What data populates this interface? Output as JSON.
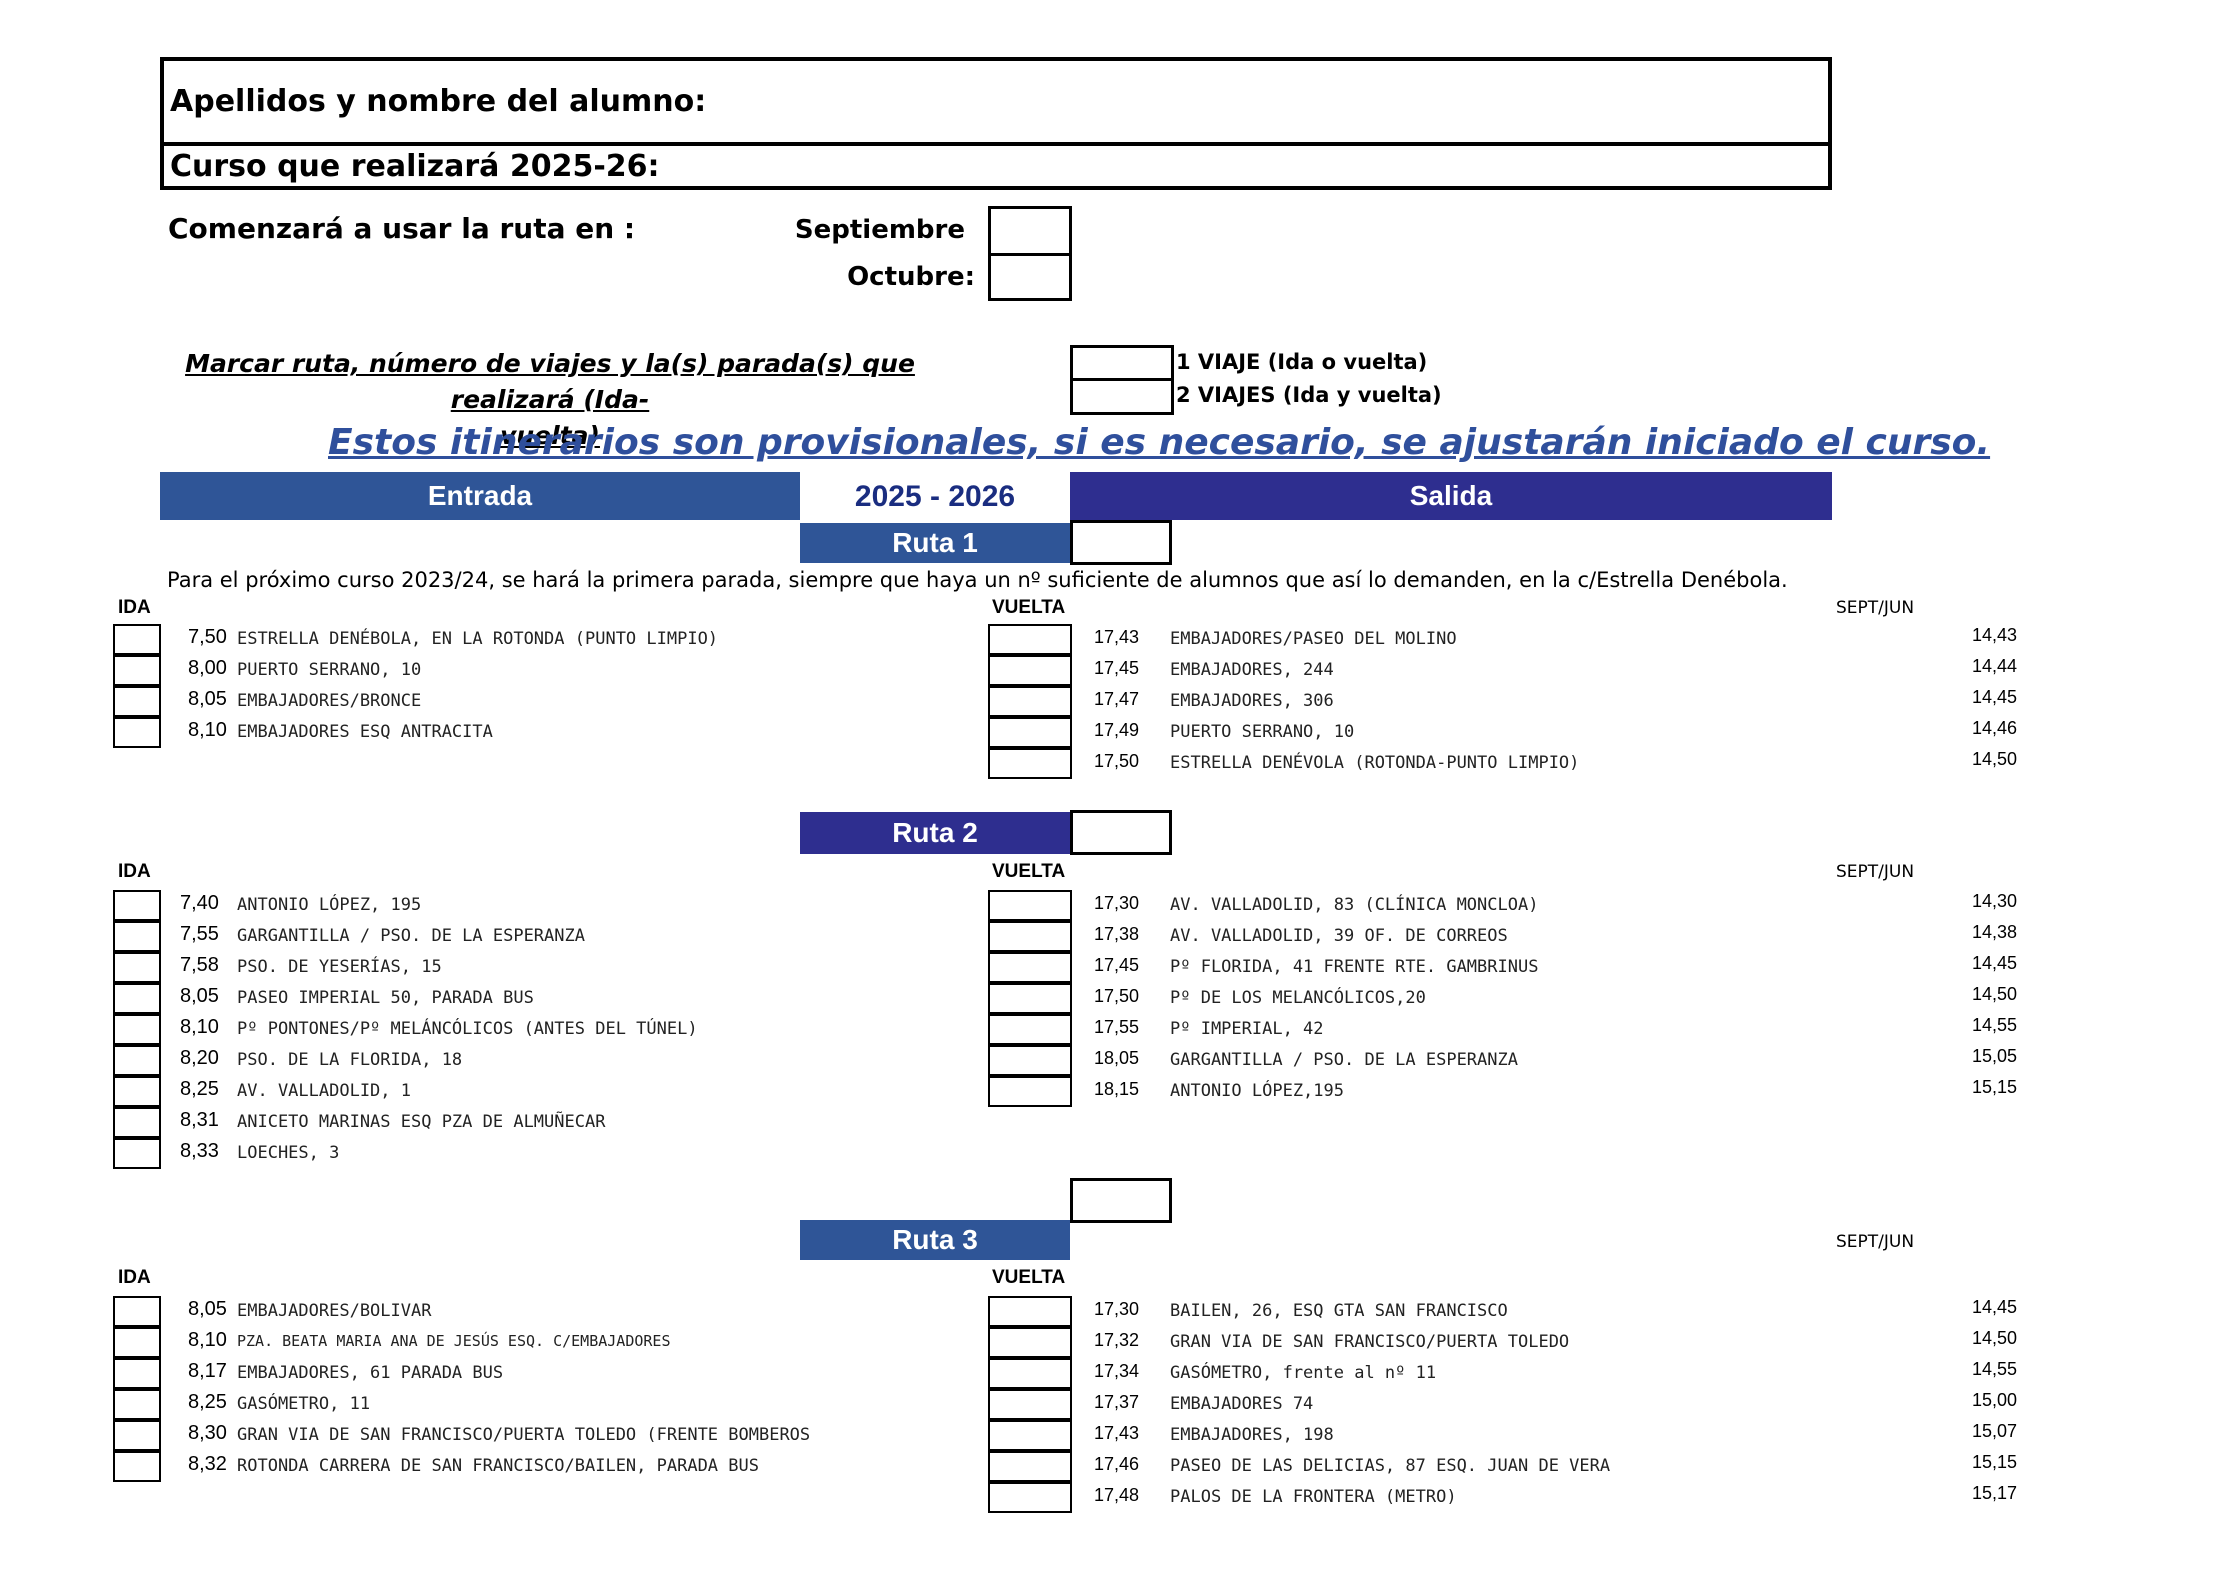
{
  "form": {
    "student_label": "Apellidos y nombre del alumno:",
    "course_label": "Curso que realizará 2025-26:",
    "start_label": "Comenzará a usar la ruta en :",
    "sept_label": "Septiembre",
    "oct_label": "Octubre:",
    "instructions_line1": "Marcar ruta, número de viajes y la(s) parada(s) que realizará (Ida-",
    "instructions_line2": "vuelta)",
    "trips_one": "1 VIAJE (Ida o vuelta)",
    "trips_two": "2 VIAJES (Ida y vuelta)",
    "banner": "Estos itinerarios son provisionales, si es necesario, se ajustarán iniciado el curso."
  },
  "header_bar": {
    "left": "Entrada",
    "center": "2025 - 2026",
    "right": "Salida"
  },
  "labels": {
    "ida": "IDA",
    "vuelta": "VUELTA",
    "sept_jun": "SEPT/JUN"
  },
  "routes": [
    {
      "name": "Ruta 1",
      "note": "Para el próximo curso 2023/24, se hará la primera parada, siempre que haya un nº suficiente de alumnos que así lo demanden, en la c/Estrella Denébola.",
      "ida": [
        {
          "time": "7,50",
          "stop": "ESTRELLA DENÉBOLA, EN LA ROTONDA (PUNTO LIMPIO)"
        },
        {
          "time": "8,00",
          "stop": "PUERTO SERRANO, 10"
        },
        {
          "time": "8,05",
          "stop": "EMBAJADORES/BRONCE"
        },
        {
          "time": "8,10",
          "stop": "EMBAJADORES ESQ ANTRACITA"
        }
      ],
      "vuelta": [
        {
          "time": "17,43",
          "stop": "EMBAJADORES/PASEO DEL MOLINO",
          "sept": "14,43"
        },
        {
          "time": "17,45",
          "stop": "EMBAJADORES, 244",
          "sept": "14,44"
        },
        {
          "time": "17,47",
          "stop": "EMBAJADORES, 306",
          "sept": "14,45"
        },
        {
          "time": "17,49",
          "stop": "PUERTO SERRANO, 10",
          "sept": "14,46"
        },
        {
          "time": "17,50",
          "stop": "ESTRELLA DENÉVOLA (ROTONDA-PUNTO LIMPIO)",
          "sept": "14,50"
        }
      ]
    },
    {
      "name": "Ruta 2",
      "ida": [
        {
          "time": "7,40",
          "stop": "ANTONIO LÓPEZ, 195"
        },
        {
          "time": "7,55",
          "stop": "GARGANTILLA / PSO. DE LA ESPERANZA"
        },
        {
          "time": "7,58",
          "stop": "PSO. DE YESERÍAS, 15"
        },
        {
          "time": "8,05",
          "stop": "PASEO IMPERIAL 50, PARADA BUS"
        },
        {
          "time": "8,10",
          "stop": "Pº PONTONES/Pº MELÁNCÓLICOS (ANTES DEL TÚNEL)"
        },
        {
          "time": "8,20",
          "stop": "PSO. DE LA FLORIDA, 18"
        },
        {
          "time": "8,25",
          "stop": "AV. VALLADOLID, 1"
        },
        {
          "time": "8,31",
          "stop": "ANICETO MARINAS ESQ PZA DE ALMUÑECAR"
        },
        {
          "time": "8,33",
          "stop": "LOECHES, 3"
        }
      ],
      "vuelta": [
        {
          "time": "17,30",
          "stop": "AV. VALLADOLID, 83 (CLÍNICA MONCLOA)",
          "sept": "14,30"
        },
        {
          "time": "17,38",
          "stop": "AV. VALLADOLID, 39 OF. DE CORREOS",
          "sept": "14,38"
        },
        {
          "time": "17,45",
          "stop": "Pº FLORIDA, 41 FRENTE RTE. GAMBRINUS",
          "sept": "14,45"
        },
        {
          "time": "17,50",
          "stop": "Pº DE LOS MELANCÓLICOS,20",
          "sept": "14,50"
        },
        {
          "time": "17,55",
          "stop": "Pº IMPERIAL, 42",
          "sept": "14,55"
        },
        {
          "time": "18,05",
          "stop": "GARGANTILLA / PSO. DE LA ESPERANZA",
          "sept": "15,05"
        },
        {
          "time": "18,15",
          "stop": "ANTONIO LÓPEZ,195",
          "sept": "15,15"
        }
      ]
    },
    {
      "name": "Ruta 3",
      "ida": [
        {
          "time": "8,05",
          "stop": "EMBAJADORES/BOLIVAR"
        },
        {
          "time": "8,10",
          "stop": "PZA. BEATA MARIA ANA DE JESÚS ESQ. C/EMBAJADORES"
        },
        {
          "time": "8,17",
          "stop": "EMBAJADORES, 61 PARADA BUS"
        },
        {
          "time": "8,25",
          "stop": "GASÓMETRO, 11"
        },
        {
          "time": "8,30",
          "stop": "GRAN VIA DE SAN FRANCISCO/PUERTA TOLEDO (FRENTE BOMBEROS"
        },
        {
          "time": "8,32",
          "stop": "ROTONDA CARRERA DE SAN FRANCISCO/BAILEN, PARADA BUS"
        }
      ],
      "vuelta": [
        {
          "time": "17,30",
          "stop": "BAILEN, 26, ESQ GTA SAN FRANCISCO",
          "sept": "14,45"
        },
        {
          "time": "17,32",
          "stop": "GRAN VIA DE SAN FRANCISCO/PUERTA TOLEDO",
          "sept": "14,50"
        },
        {
          "time": "17,34",
          "stop": "GASÓMETRO,  frente al nº 11",
          "sept": "14,55"
        },
        {
          "time": "17,37",
          "stop": "EMBAJADORES 74",
          "sept": "15,00"
        },
        {
          "time": "17,43",
          "stop": "EMBAJADORES, 198",
          "sept": "15,07"
        },
        {
          "time": "17,46",
          "stop": "PASEO DE LAS DELICIAS, 87 ESQ. JUAN DE VERA",
          "sept": "15,15"
        },
        {
          "time": "17,48",
          "stop": "PALOS DE LA FRONTERA (METRO)",
          "sept": "15,17"
        }
      ]
    }
  ]
}
